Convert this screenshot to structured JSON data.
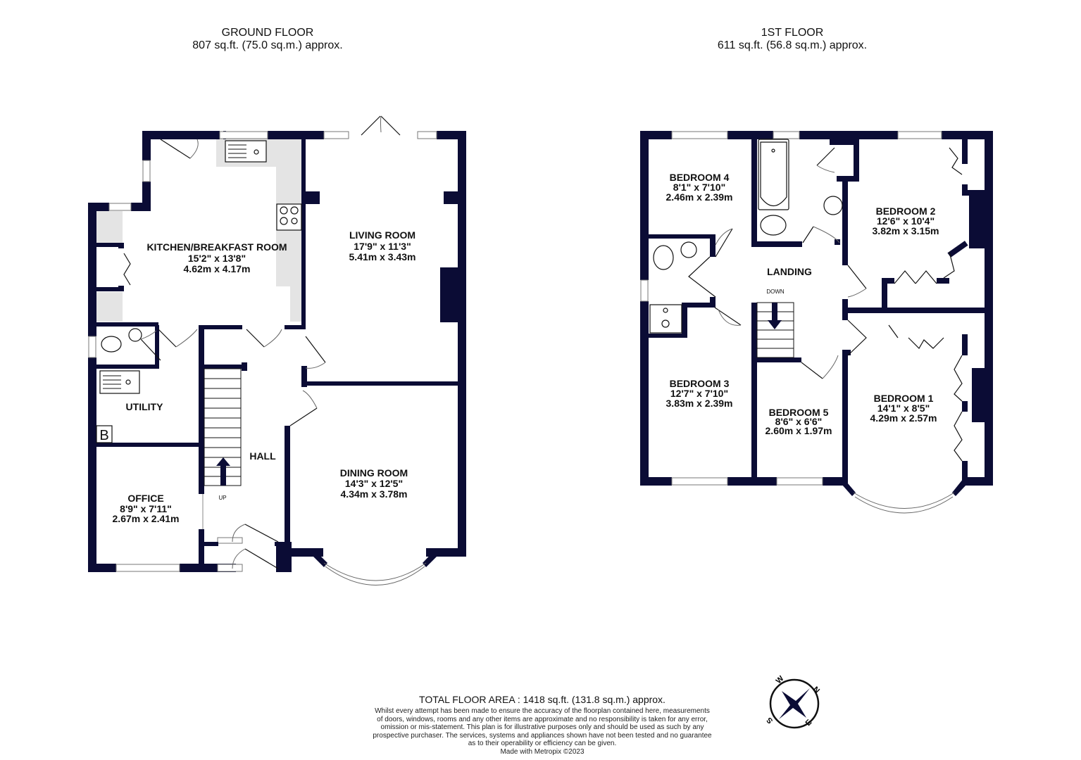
{
  "ground_floor": {
    "title": "GROUND FLOOR",
    "area": "807 sq.ft. (75.0 sq.m.) approx.",
    "rooms": {
      "kitchen": {
        "name": "KITCHEN/BREAKFAST ROOM",
        "imperial": "15'2\"  x 13'8\"",
        "metric": "4.62m  x 4.17m"
      },
      "living": {
        "name": "LIVING ROOM",
        "imperial": "17'9\"  x 11'3\"",
        "metric": "5.41m  x 3.43m"
      },
      "utility": {
        "name": "UTILITY"
      },
      "boiler": {
        "name": "B"
      },
      "hall": {
        "name": "HALL",
        "stairs": "UP"
      },
      "office": {
        "name": "OFFICE",
        "imperial": "8'9\"  x 7'11\"",
        "metric": "2.67m  x 2.41m"
      },
      "dining": {
        "name": "DINING ROOM",
        "imperial": "14'3\"  x 12'5\"",
        "metric": "4.34m  x 3.78m"
      }
    }
  },
  "first_floor": {
    "title": "1ST FLOOR",
    "area": "611 sq.ft. (56.8 sq.m.) approx.",
    "rooms": {
      "bedroom4": {
        "name": "BEDROOM 4",
        "imperial": "8'1\"  x 7'10\"",
        "metric": "2.46m  x 2.39m"
      },
      "bedroom2": {
        "name": "BEDROOM 2",
        "imperial": "12'6\"  x 10'4\"",
        "metric": "3.82m  x 3.15m"
      },
      "landing": {
        "name": "LANDING",
        "stairs": "DOWN"
      },
      "bedroom3": {
        "name": "BEDROOM 3",
        "imperial": "12'7\"  x 7'10\"",
        "metric": "3.83m  x 2.39m"
      },
      "bedroom5": {
        "name": "BEDROOM 5",
        "imperial": "8'6\"  x 6'6\"",
        "metric": "2.60m  x 1.97m"
      },
      "bedroom1": {
        "name": "BEDROOM 1",
        "imperial": "14'1\"  x 8'5\"",
        "metric": "4.29m  x 2.57m"
      }
    }
  },
  "footer": {
    "total": "TOTAL FLOOR AREA : 1418 sq.ft. (131.8 sq.m.) approx.",
    "disclaimer": [
      "Whilst every attempt has been made to ensure the accuracy of the floorplan contained here, measurements",
      "of doors, windows, rooms and any other items are approximate and no responsibility is taken for any error,",
      "omission or mis-statement. This plan is for illustrative purposes only and should be used as such by any",
      "prospective purchaser. The services, systems and appliances shown have not been tested and no guarantee",
      "as to their operability or efficiency can be given."
    ],
    "credit": "Made with Metropix ©2023"
  },
  "compass": {
    "n": "N",
    "e": "E",
    "s": "S",
    "w": "W"
  },
  "colors": {
    "wall": "#0b0c35",
    "counter": "#e4e4e4"
  }
}
